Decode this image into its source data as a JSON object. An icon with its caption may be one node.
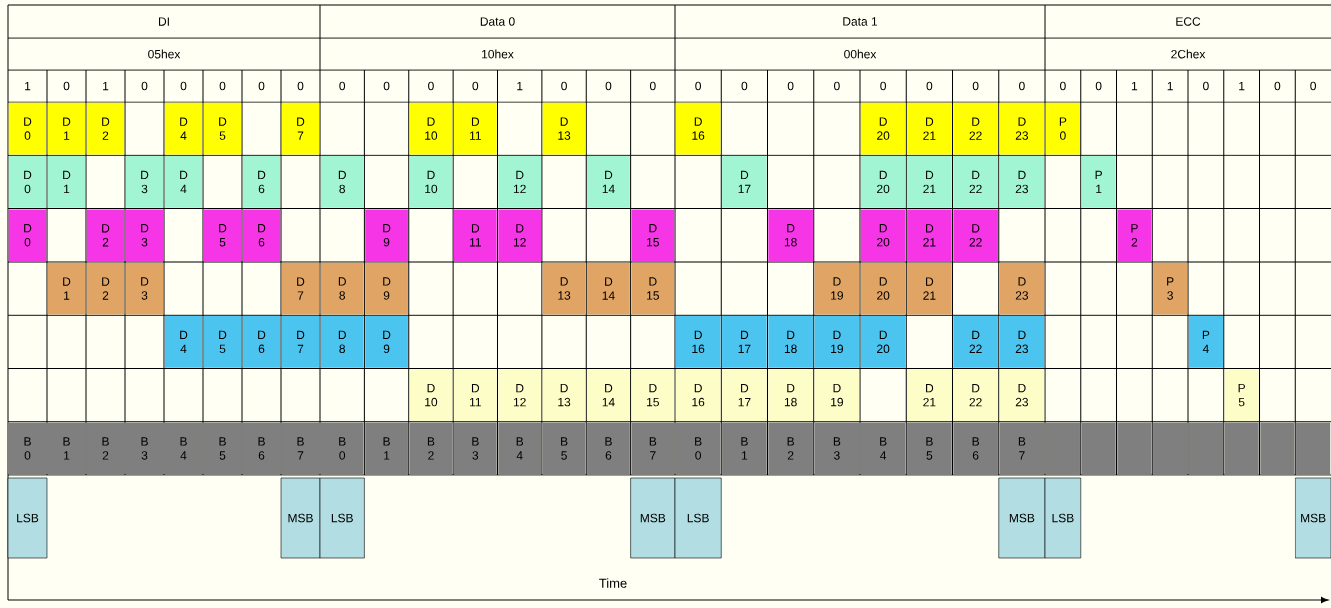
{
  "diagram": {
    "labels": [
      "DI",
      "Data 0",
      "Data 1",
      "ECC",
      "05hex",
      "10hex",
      "00hex",
      "2Chex",
      "1",
      "0",
      "1",
      "0",
      "0",
      "0",
      "0",
      "0",
      "0",
      "0",
      "0",
      "0",
      "1",
      "0",
      "0",
      "0",
      "0",
      "0",
      "0",
      "0",
      "0",
      "0",
      "0",
      "0",
      "0",
      "0",
      "1",
      "1",
      "0",
      "1",
      "0",
      "0",
      "D 0",
      "D 1",
      "D 2",
      "D 4",
      "D 5",
      "D 7",
      "D 10",
      "D 11",
      "D 13",
      "D 16",
      "D 20",
      "D 21",
      "D 22",
      "D 23",
      "P 0",
      "D 0",
      "D 1",
      "D 3",
      "D 4",
      "D 6",
      "D 8",
      "D 10",
      "D 12",
      "D 14",
      "D 17",
      "D 20",
      "D 21",
      "D 22",
      "D 23",
      "P 1",
      "D 0",
      "D 2",
      "D 3",
      "D 5",
      "D 6",
      "D 9",
      "D 11",
      "D 12",
      "D 15",
      "D 18",
      "D 20",
      "D 21",
      "D 22",
      "P 2",
      "D 1",
      "D 2",
      "D 3",
      "D 7",
      "D 8",
      "D 9",
      "D 13",
      "D 14",
      "D 15",
      "D 19",
      "D 20",
      "D 21",
      "D 23",
      "P 3",
      "D 4",
      "D 5",
      "D 6",
      "D 7",
      "D 8",
      "D 9",
      "D 16",
      "D 17",
      "D 18",
      "D 19",
      "D 20",
      "D 22",
      "D 23",
      "P 4",
      "D 10",
      "D 11",
      "D 12",
      "D 13",
      "D 14",
      "D 15",
      "D 16",
      "D 17",
      "D 18",
      "D 19",
      "D 21",
      "D 22",
      "D 23",
      "P 5",
      "B 0",
      "B 1",
      "B 2",
      "B 3",
      "B 4",
      "B 5",
      "B 6",
      "B 7",
      "B 0",
      "B 1",
      "B 2",
      "B 3",
      "B 4",
      "B 5",
      "B 6",
      "B 7",
      "B 0",
      "B 1",
      "B 2",
      "B 3",
      "B 4",
      "B 5",
      "B 6",
      "B 7",
      "LSB",
      "MSB",
      "LSB",
      "MSB",
      "LSB",
      "MSB",
      "LSB",
      "MSB",
      "Time"
    ]
  }
}
